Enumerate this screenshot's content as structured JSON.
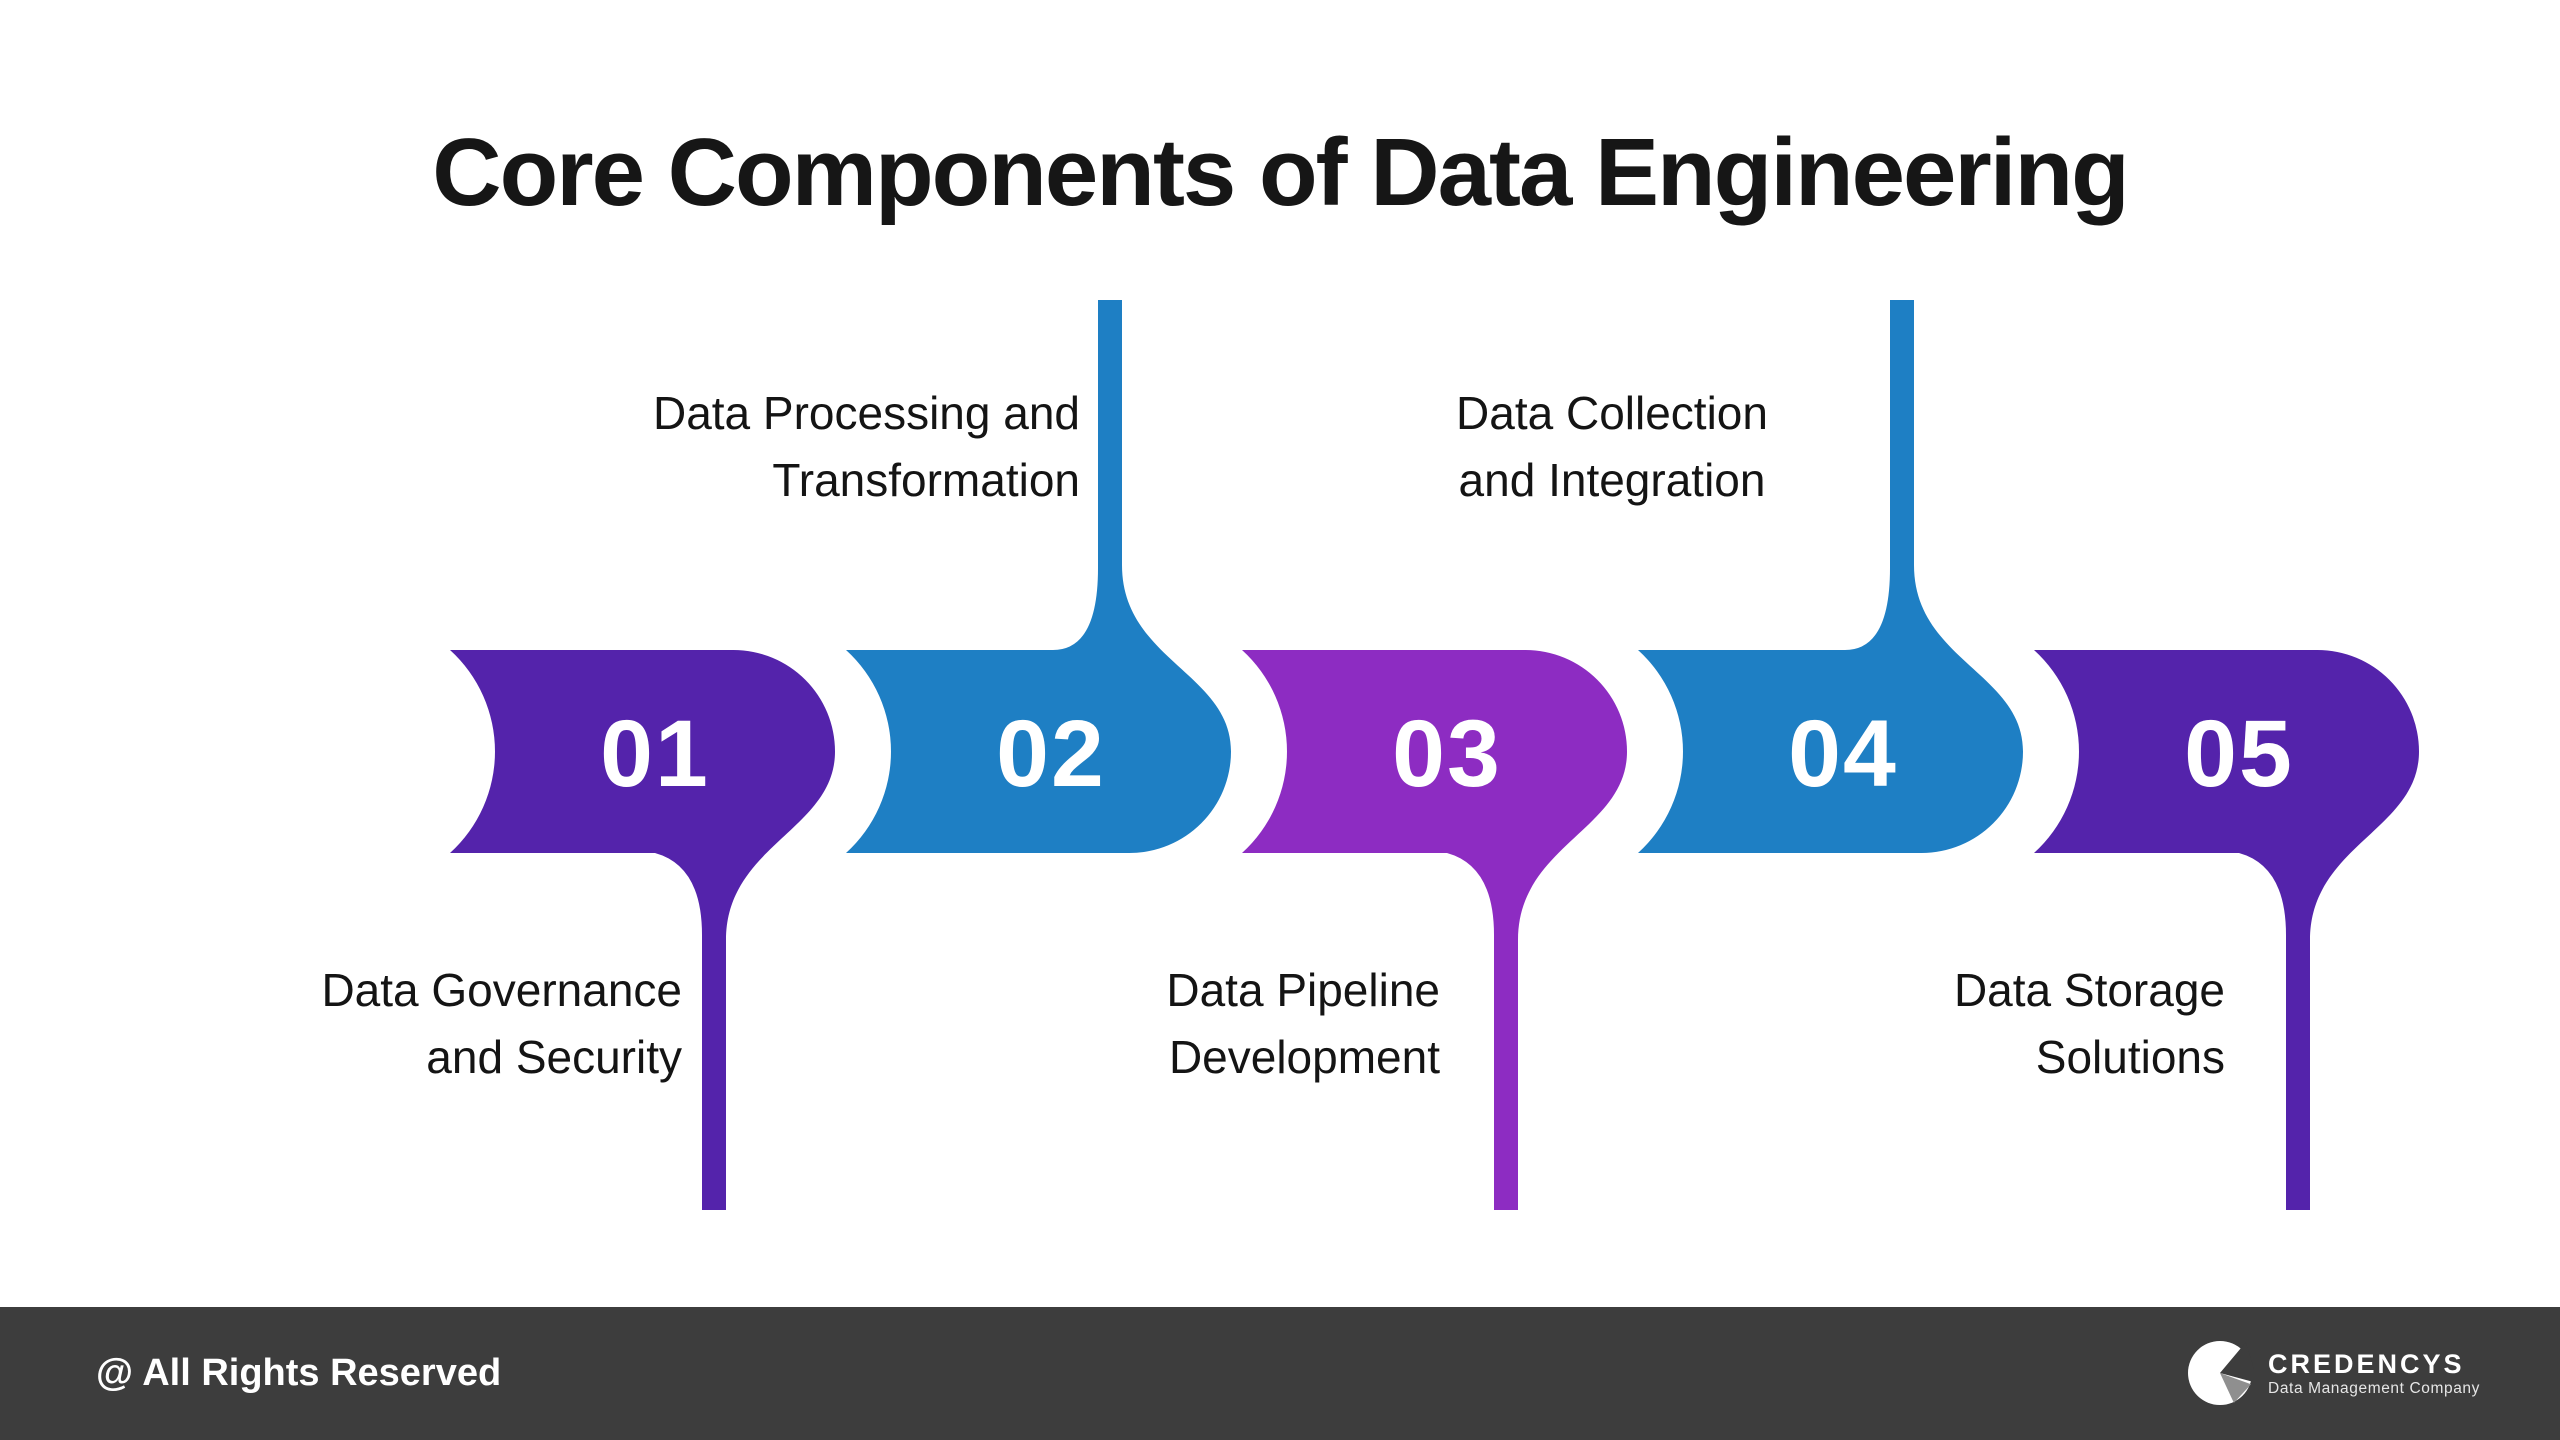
{
  "title": "Core Components of Data Engineering",
  "colors": {
    "deep_purple": "#5423ab",
    "blue": "#1e7fc4",
    "violet": "#8d2cc2",
    "footer_bg": "#3d3d3d",
    "number_text": "#ffffff",
    "label_text": "#141414"
  },
  "steps": [
    {
      "number": "01",
      "color": "#5423ab",
      "label_line1": "Data Governance",
      "label_line2": "and Security",
      "label_position": "below"
    },
    {
      "number": "02",
      "color": "#1e7fc4",
      "label_line1": "Data Processing and",
      "label_line2": "Transformation",
      "label_position": "above"
    },
    {
      "number": "03",
      "color": "#8d2cc2",
      "label_line1": "Data Pipeline",
      "label_line2": "Development",
      "label_position": "below"
    },
    {
      "number": "04",
      "color": "#1e7fc4",
      "label_line1": "Data Collection",
      "label_line2": "and Integration",
      "label_position": "above"
    },
    {
      "number": "05",
      "color": "#5423ab",
      "label_line1": "Data Storage",
      "label_line2": "Solutions",
      "label_position": "below"
    }
  ],
  "footer": {
    "copyright": "@ All Rights Reserved",
    "brand_name": "CREDENCYS",
    "brand_tagline": "Data Management Company"
  }
}
